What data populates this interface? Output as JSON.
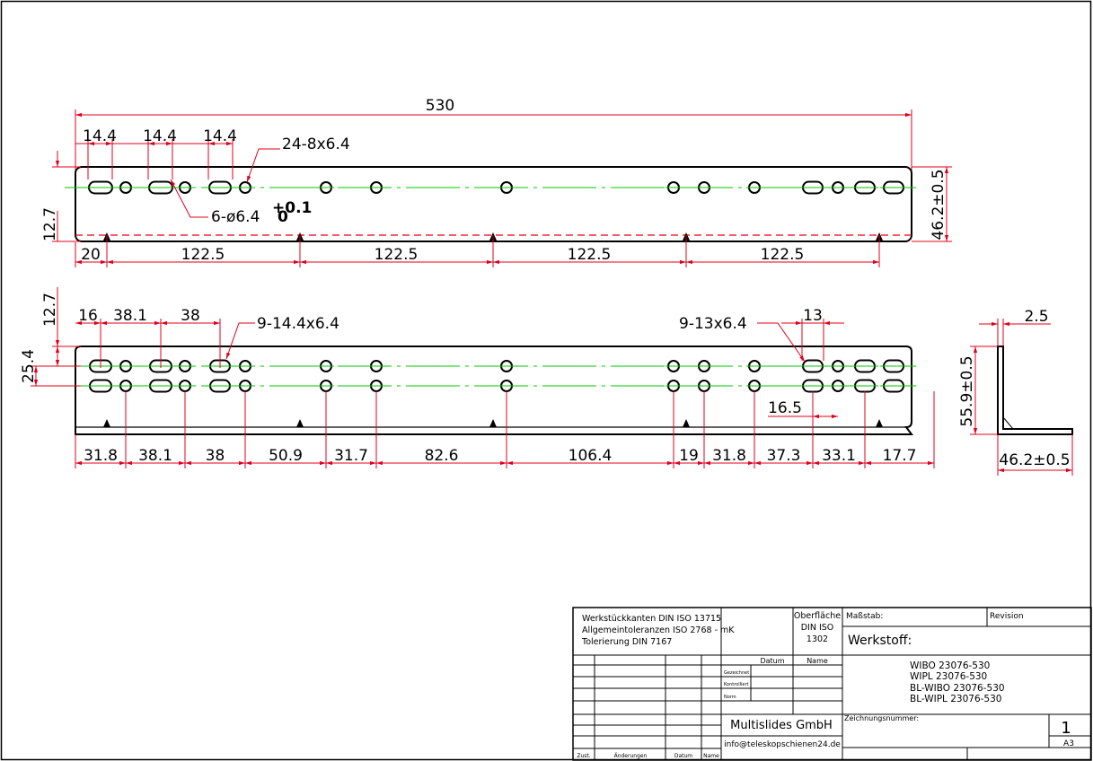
{
  "colors": {
    "outline": "#000000",
    "dimension": "#e0001b",
    "centerline": "#00c800",
    "background": "#ffffff"
  },
  "view_top": {
    "overall_length": "530",
    "slot_widths": [
      "14.4",
      "14.4",
      "14.4"
    ],
    "slot_callout": "24-8x6.4",
    "hole_callout": "6-ø6.4",
    "hole_tol_upper": "+0.1",
    "hole_tol_lower": "0",
    "height_left": "12.7",
    "height_right": "46.2±0.5",
    "pitch_dims": [
      "20",
      "122.5",
      "122.5",
      "122.5",
      "122.5"
    ]
  },
  "view_front": {
    "top_offset": "12.7",
    "row_spacing": "25.4",
    "top_dims": [
      "16",
      "38.1",
      "38"
    ],
    "left_slot_callout": "9-14.4x6.4",
    "right_slot_callout": "9-13x6.4",
    "right_slot_width": "13",
    "inner_dim": "16.5",
    "bottom_dims": [
      "31.8",
      "38.1",
      "38",
      "50.9",
      "31.7",
      "82.6",
      "106.4",
      "19",
      "31.8",
      "37.3",
      "33.1",
      "17.7"
    ]
  },
  "view_side": {
    "thickness": "2.5",
    "height": "55.9±0.5",
    "width": "46.2±0.5"
  },
  "title_block": {
    "notes": [
      "Werkstückkanten DIN ISO 13715",
      "Allgemeintoleranzen ISO 2768 - mK",
      "Tolerierung DIN 7167"
    ],
    "surface": [
      "Oberfläche",
      "DIN ISO",
      "1302"
    ],
    "scale_label": "Maßstab:",
    "revision_label": "Revision",
    "material_label": "Werkstoff:",
    "col_date": "Datum",
    "col_name": "Name",
    "row_labels": [
      "Gezeichnet",
      "Kontrolliert",
      "Norm"
    ],
    "part_numbers": [
      "WIBO 23076-530",
      "WIPL 23076-530",
      "BL-WIBO 23076-530",
      "BL-WIPL 23076-530"
    ],
    "company": "Multislides GmbH",
    "email": "info@teleskopschienen24.de",
    "drawing_number_label": "Zeichnungsnummer:",
    "sheet": "1",
    "format": "A3",
    "footer": [
      "Zust.",
      "Änderungen",
      "Datum",
      "Name"
    ]
  }
}
